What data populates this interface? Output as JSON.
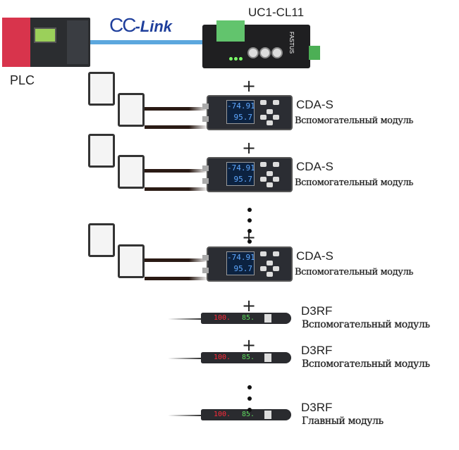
{
  "network": {
    "name": "CC-Link",
    "name_prefix": "CC",
    "name_suffix": "-Link",
    "cable_color": "#5ca7de",
    "brand_color": "#1f3f9c"
  },
  "plc": {
    "label": "PLC"
  },
  "gateway": {
    "label": "UC1-CL11",
    "brand": "FASTUS"
  },
  "cda_modules": [
    {
      "label": "CDA-S",
      "role": "Вспомогательный модуль",
      "display": [
        "-74.91",
        "95.7"
      ]
    },
    {
      "label": "CDA-S",
      "role": "Вспомогательный модуль",
      "display": [
        "-74.91",
        "95.7"
      ]
    },
    {
      "label": "CDA-S",
      "role": "Вспомогательный модуль",
      "display": [
        "-74.91",
        "95.7"
      ]
    }
  ],
  "d3rf_modules": [
    {
      "label": "D3RF",
      "role": "Вспомогательный модуль",
      "red_value": "100.",
      "green_value": "85."
    },
    {
      "label": "D3RF",
      "role": "Вспомогательный модуль",
      "red_value": "100.",
      "green_value": "85."
    },
    {
      "label": "D3RF",
      "role": "Главный модуль",
      "red_value": "100.",
      "green_value": "85."
    }
  ],
  "plus_symbol": "+"
}
